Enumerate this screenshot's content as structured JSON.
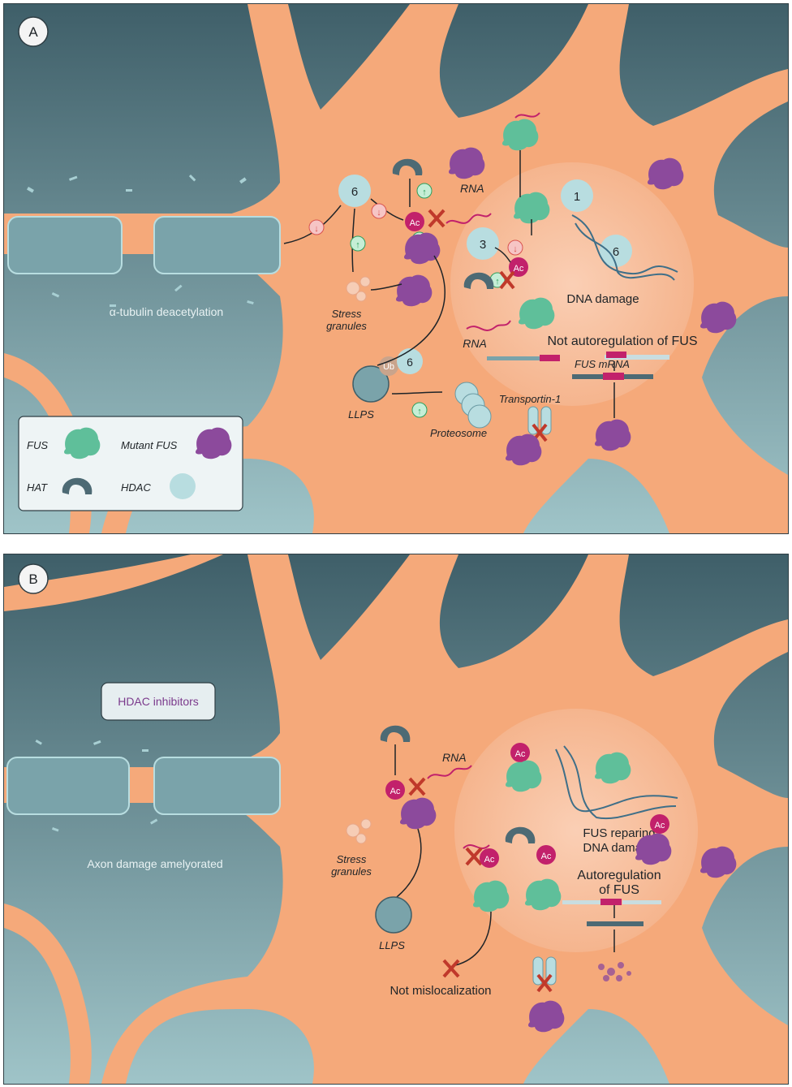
{
  "panels": {
    "A": {
      "badge": "A",
      "axon_caption": "α-tubulin deacetylation",
      "stress_granules": "Stress\ngranules",
      "rna_1": "RNA",
      "rna_2": "RNA",
      "ac": "Ac",
      "ub": "Ub",
      "llps": "LLPS",
      "proteosome": "Proteosome",
      "transportin": "Transportin-1",
      "dna_damage": "DNA damage",
      "not_autoregulation": "Not autoregulation of FUS",
      "fus_mrna": "FUS mRNA",
      "hdac_numbers": [
        "6",
        "3",
        "1",
        "6",
        "6"
      ],
      "legend": {
        "fus": "FUS",
        "mutant_fus": "Mutant FUS",
        "hat": "HAT",
        "hdac": "HDAC"
      }
    },
    "B": {
      "badge": "B",
      "hdac_inhibitors": "HDAC inhibitors",
      "axon_caption": "Axon damage amelyorated",
      "stress_granules": "Stress\ngranules",
      "rna": "RNA",
      "ac": "Ac",
      "llps": "LLPS",
      "fus_repairing": "FUS reparing\nDNA damage",
      "autoregulation": "Autoregulation\nof FUS",
      "not_mislocalization": "Not mislocalization"
    }
  },
  "colors": {
    "background_teal": "#4b6e78",
    "cell_orange": "#f5a97a",
    "nucleus": "#f8c6a8",
    "fus_green": "#5fbf9a",
    "mutant_purple": "#8c4a9c",
    "hat_gray": "#4d6a74",
    "hdac_light": "#b8dde0",
    "ac_magenta": "#c2216b",
    "cross_red": "#c0392b"
  }
}
